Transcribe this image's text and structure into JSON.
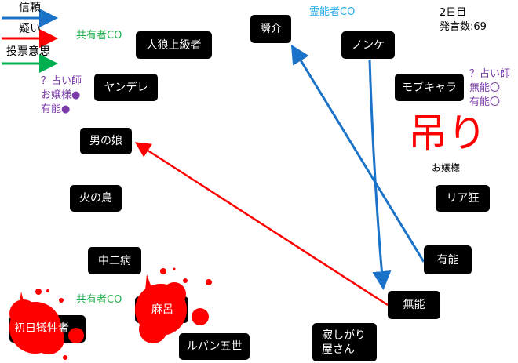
{
  "legend": [
    {
      "label": "信頼",
      "color": "#1a73c8"
    },
    {
      "label": "疑い",
      "color": "#ff0000"
    },
    {
      "label": "投票意思",
      "color": "#00b050"
    }
  ],
  "status": {
    "day": "2日目",
    "post_count": "発言数:69"
  },
  "nodes": {
    "shunsuke": "瞬介",
    "nonke": "ノンケ",
    "jinro": "人狼上級者",
    "yandere": "ヤンデレ",
    "mob": "モブキャラ",
    "otokonoko": "男の娘",
    "hinotori": "火の鳥",
    "riakyo": "リア狂",
    "chuni": "中二病",
    "yuno": "有能",
    "maro": "麻呂",
    "muno": "無能",
    "shonichi": "初日犠牲者",
    "lupin": "ルパン五世",
    "sabishi1": "寂しがり",
    "sabishi2": "屋さん"
  },
  "annotations": {
    "kyoyu_top": "共有者CO",
    "reino": "霊能者CO",
    "kyoyu_bottom": "共有者CO",
    "yandere_lines": [
      "？占い師",
      "お嬢様●",
      "有能●"
    ],
    "mob_lines": [
      "？占い師",
      "無能〇",
      "有能〇"
    ],
    "hanged": "吊り",
    "hanged_name": "お嬢様"
  }
}
